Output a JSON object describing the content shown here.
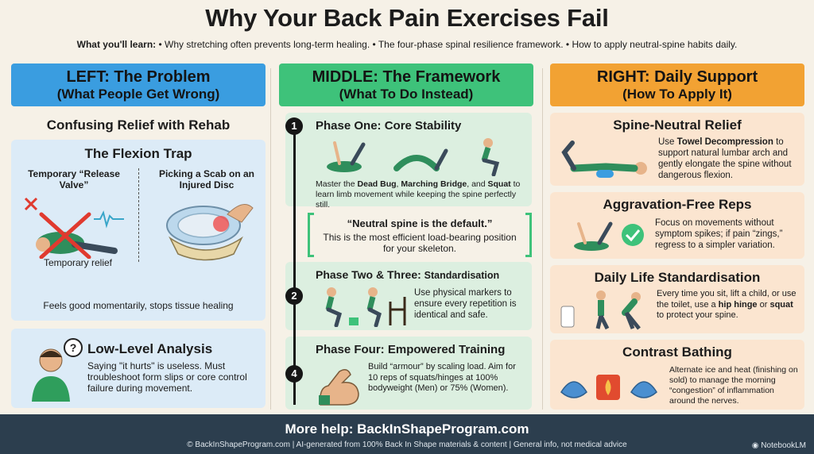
{
  "header": {
    "title": "Why Your Back Pain Exercises Fail",
    "learn_label": "What you'll learn:",
    "learn_text": "• Why stretching often prevents long-term healing. • The four-phase spinal resilience framework. • How to apply neutral-spine habits daily."
  },
  "left": {
    "head_l1": "LEFT: The Problem",
    "head_l2": "(What People Get Wrong)",
    "section_title": "Confusing Relief with Rehab",
    "flexion": {
      "title": "The Flexion Trap",
      "col_a": "Temporary “Release Valve”",
      "col_b": "Picking a Scab on an Injured Disc",
      "relief": "Temporary relief",
      "caption": "Feels good momentarily, stops tissue healing"
    },
    "analysis": {
      "title": "Low-Level Analysis",
      "text": "Saying \"it hurts\" is useless. Must troubleshoot form slips or core control failure during movement.",
      "question_mark": "?"
    }
  },
  "mid": {
    "head_l1": "MIDDLE: The Framework",
    "head_l2": "(What To Do Instead)",
    "phase1": {
      "num": "1",
      "title": "Phase One: Core Stability",
      "text_a": "Master the ",
      "b1": "Dead Bug",
      "text_b": ", ",
      "b2": "Marching Bridge",
      "text_c": ", and ",
      "b3": "Squat",
      "text_d": " to learn limb movement while keeping the spine perfectly still."
    },
    "quote": {
      "q": "“Neutral spine is the default.”",
      "text": "This is the most efficient load-bearing position for your skeleton."
    },
    "phase23": {
      "num": "2",
      "title_a": "Phase Two & Three: ",
      "title_b": "Standardisation",
      "text": "Use physical markers to ensure every repetition is identical and safe."
    },
    "phase4": {
      "num": "4",
      "title": "Phase Four: Empowered Training",
      "text": "Build “armour” by scaling load. Aim for 10 reps of squats/hinges at 100% bodyweight (Men) or 75% (Women)."
    }
  },
  "right": {
    "head_l1": "RIGHT: Daily Support",
    "head_l2": "(How To Apply It)",
    "c1": {
      "title": "Spine-Neutral Relief",
      "text_a": "Use ",
      "bold": "Towel Decompression",
      "text_b": " to support natural lumbar arch and gently elongate the spine without dangerous flexion."
    },
    "c2": {
      "title": "Aggravation-Free Reps",
      "text": "Focus on movements without symptom spikes; if pain “zings,” regress to a simpler variation."
    },
    "c3": {
      "title": "Daily Life Standardisation",
      "text_a": "Every time you sit, lift a child, or use the toilet, use a ",
      "b1": "hip hinge",
      "text_b": " or ",
      "b2": "squat",
      "text_c": " to protect your spine."
    },
    "c4": {
      "title": "Contrast Bathing",
      "text": "Alternate ice and heat (finishing on sold) to manage the morning “congestion” of inflammation around the nerves."
    }
  },
  "footer": {
    "help": "More help: BackInShapeProgram.com",
    "fine": "© BackInShapeProgram.com | AI-generated from 100% Back In Shape materials & content | General info, not medical advice",
    "brand": "NotebookLM"
  }
}
